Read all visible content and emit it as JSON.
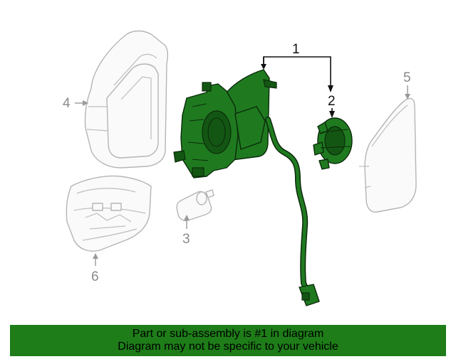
{
  "callouts": {
    "c1": "1",
    "c2": "2",
    "c3": "3",
    "c4": "4",
    "c5": "5",
    "c6": "6"
  },
  "banner": {
    "line1": "Part or sub-assembly is #1 in diagram",
    "line2": "Diagram may not be specific to your vehicle"
  },
  "colors": {
    "highlight": "#1f7a1f",
    "banner": "#1e7d19",
    "ghost_outline": "#b5b5b5"
  }
}
